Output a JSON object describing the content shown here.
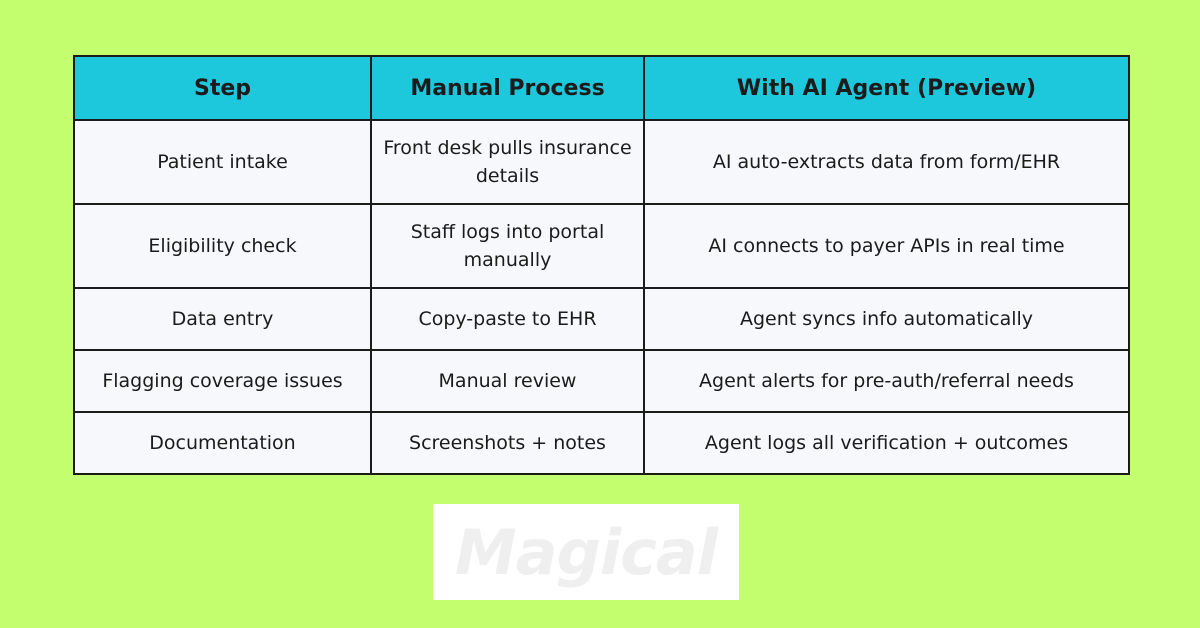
{
  "table": {
    "headers": [
      "Step",
      "Manual Process",
      "With AI Agent (Preview)"
    ],
    "rows": [
      [
        "Patient intake",
        "Front desk pulls insurance details",
        "AI auto-extracts data from form/EHR"
      ],
      [
        "Eligibility check",
        "Staff logs into portal manually",
        "AI connects to payer APIs in real time"
      ],
      [
        "Data entry",
        "Copy-paste to EHR",
        "Agent syncs info automatically"
      ],
      [
        "Flagging coverage issues",
        "Manual review",
        "Agent alerts for pre-auth/referral needs"
      ],
      [
        "Documentation",
        "Screenshots + notes",
        "Agent logs all verification + outcomes"
      ]
    ]
  },
  "logo": {
    "text": "Magical"
  },
  "colors": {
    "background": "#c2fe6d",
    "header": "#1ec8dc",
    "cell": "#f7f8fc",
    "border": "#1b1b1b"
  }
}
